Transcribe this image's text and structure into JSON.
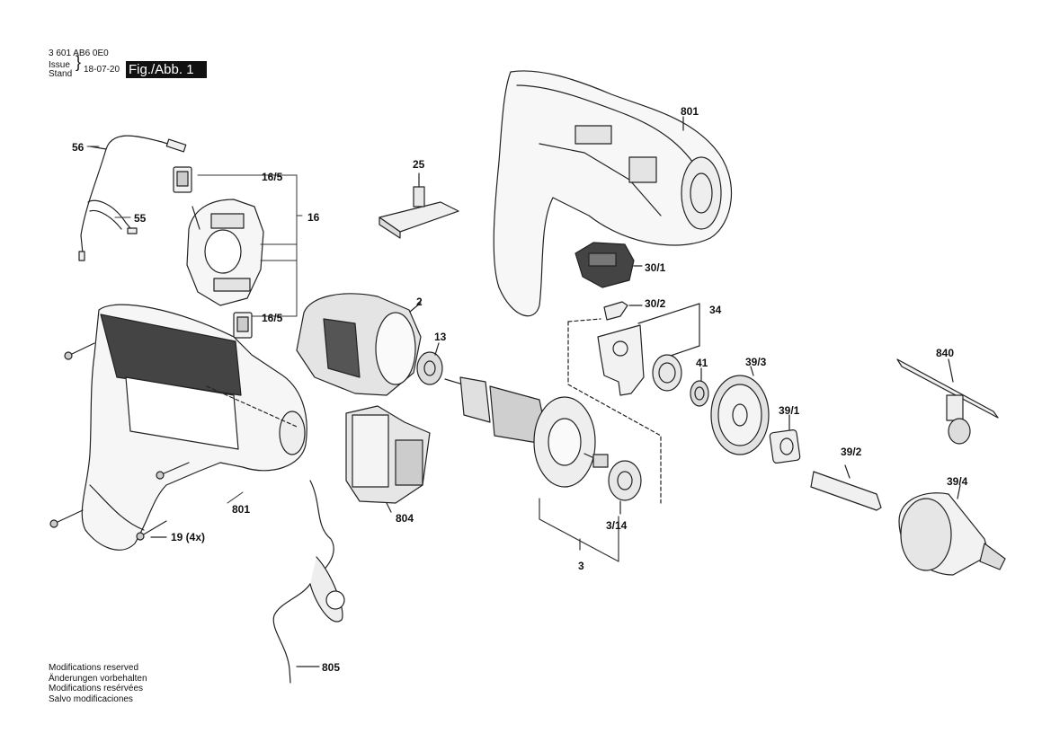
{
  "header": {
    "part_number": "3 601 AB6 0E0",
    "issue_label": "Issue",
    "stand_label": "Stand",
    "date": "18-07-20",
    "figure": "Fig./Abb. 1"
  },
  "callouts": {
    "c56": "56",
    "c55": "55",
    "c16_5_top": "16/5",
    "c16": "16",
    "c16_5_bottom": "16/5",
    "c25": "25",
    "c801_top": "801",
    "c30_1": "30/1",
    "c30_2": "30/2",
    "c34": "34",
    "c2": "2",
    "c13": "13",
    "c41": "41",
    "c39_3": "39/3",
    "c840": "840",
    "c39_1": "39/1",
    "c39_2": "39/2",
    "c39_4": "39/4",
    "c801_bottom": "801",
    "c804": "804",
    "c19": "19 (4x)",
    "c3_14": "3/14",
    "c3": "3",
    "c805": "805"
  },
  "footer": {
    "line1": "Modifications reserved",
    "line2": "Änderungen vorbehalten",
    "line3": "Modifications resérvées",
    "line4": "Salvo modificaciones"
  }
}
